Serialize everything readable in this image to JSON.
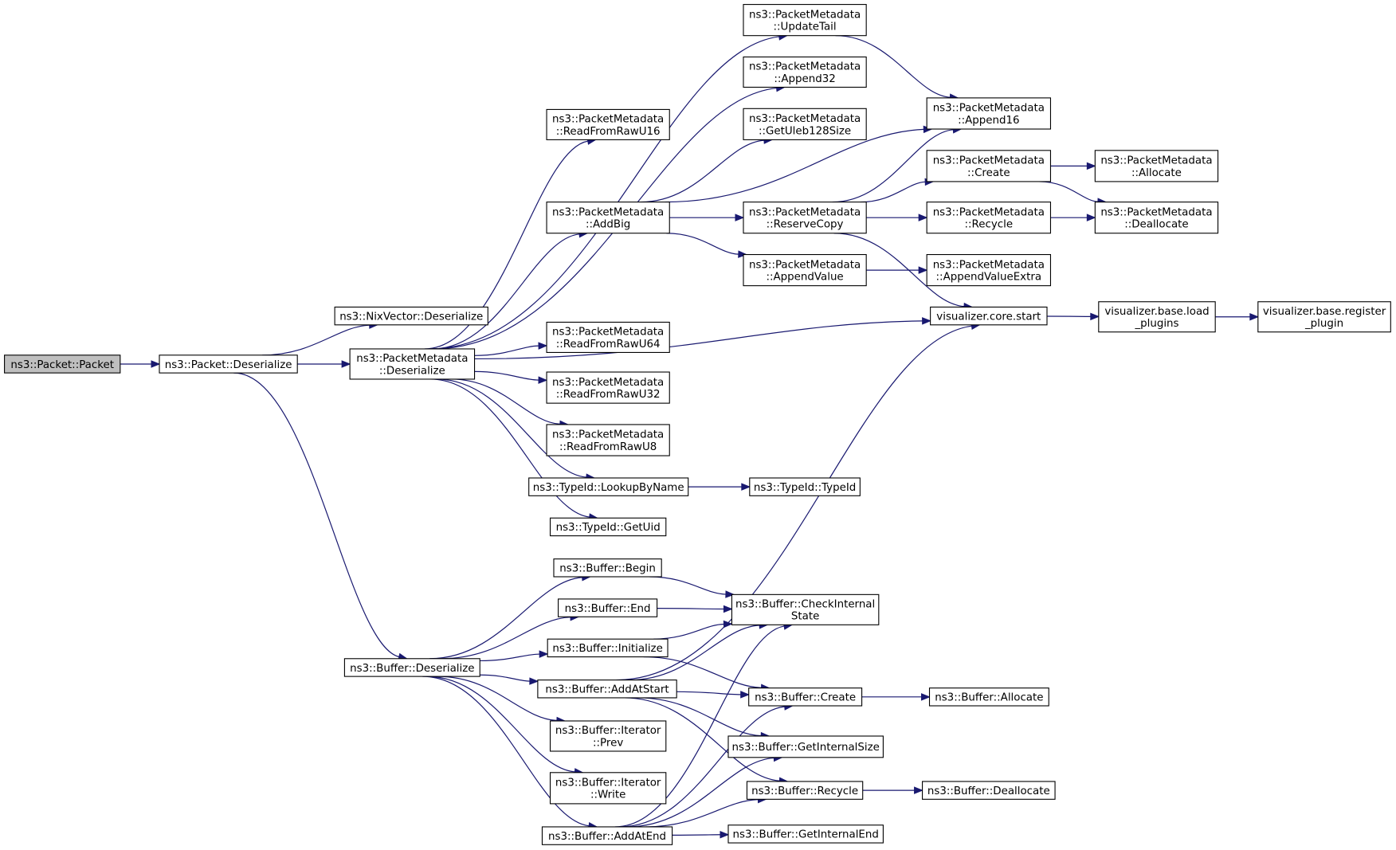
{
  "graph": {
    "nodes": [
      {
        "id": "pp",
        "lines": [
          "ns3::Packet::Packet"
        ],
        "root": true
      },
      {
        "id": "pd",
        "lines": [
          "ns3::Packet::Deserialize"
        ]
      },
      {
        "id": "nix",
        "lines": [
          "ns3::NixVector::Deserialize"
        ]
      },
      {
        "id": "pmd",
        "lines": [
          "ns3::PacketMetadata",
          "::Deserialize"
        ]
      },
      {
        "id": "bd",
        "lines": [
          "ns3::Buffer::Deserialize"
        ]
      },
      {
        "id": "u16",
        "lines": [
          "ns3::PacketMetadata",
          "::ReadFromRawU16"
        ]
      },
      {
        "id": "addbig",
        "lines": [
          "ns3::PacketMetadata",
          "::AddBig"
        ]
      },
      {
        "id": "u64",
        "lines": [
          "ns3::PacketMetadata",
          "::ReadFromRawU64"
        ]
      },
      {
        "id": "u32",
        "lines": [
          "ns3::PacketMetadata",
          "::ReadFromRawU32"
        ]
      },
      {
        "id": "u8",
        "lines": [
          "ns3::PacketMetadata",
          "::ReadFromRawU8"
        ]
      },
      {
        "id": "lookup",
        "lines": [
          "ns3::TypeId::LookupByName"
        ]
      },
      {
        "id": "getuid",
        "lines": [
          "ns3::TypeId::GetUid"
        ]
      },
      {
        "id": "tail",
        "lines": [
          "ns3::PacketMetadata",
          "::UpdateTail"
        ]
      },
      {
        "id": "a32",
        "lines": [
          "ns3::PacketMetadata",
          "::Append32"
        ]
      },
      {
        "id": "uleb",
        "lines": [
          "ns3::PacketMetadata",
          "::GetUleb128Size"
        ]
      },
      {
        "id": "reserve",
        "lines": [
          "ns3::PacketMetadata",
          "::ReserveCopy"
        ]
      },
      {
        "id": "appval",
        "lines": [
          "ns3::PacketMetadata",
          "::AppendValue"
        ]
      },
      {
        "id": "typeid",
        "lines": [
          "ns3::TypeId::TypeId"
        ]
      },
      {
        "id": "a16",
        "lines": [
          "ns3::PacketMetadata",
          "::Append16"
        ]
      },
      {
        "id": "pmcreate",
        "lines": [
          "ns3::PacketMetadata",
          "::Create"
        ]
      },
      {
        "id": "pmrecycle",
        "lines": [
          "ns3::PacketMetadata",
          "::Recycle"
        ]
      },
      {
        "id": "appvalx",
        "lines": [
          "ns3::PacketMetadata",
          "::AppendValueExtra"
        ]
      },
      {
        "id": "vstart",
        "lines": [
          "visualizer.core.start"
        ]
      },
      {
        "id": "pmalloc",
        "lines": [
          "ns3::PacketMetadata",
          "::Allocate"
        ]
      },
      {
        "id": "pmdealloc",
        "lines": [
          "ns3::PacketMetadata",
          "::Deallocate"
        ]
      },
      {
        "id": "vload",
        "lines": [
          "visualizer.base.load",
          "_plugins"
        ]
      },
      {
        "id": "vreg",
        "lines": [
          "visualizer.base.register",
          "_plugin"
        ]
      },
      {
        "id": "bbegin",
        "lines": [
          "ns3::Buffer::Begin"
        ]
      },
      {
        "id": "bend",
        "lines": [
          "ns3::Buffer::End"
        ]
      },
      {
        "id": "binit",
        "lines": [
          "ns3::Buffer::Initialize"
        ]
      },
      {
        "id": "baddstart",
        "lines": [
          "ns3::Buffer::AddAtStart"
        ]
      },
      {
        "id": "bprev",
        "lines": [
          "ns3::Buffer::Iterator",
          "::Prev"
        ]
      },
      {
        "id": "bwrite",
        "lines": [
          "ns3::Buffer::Iterator",
          "::Write"
        ]
      },
      {
        "id": "baddend",
        "lines": [
          "ns3::Buffer::AddAtEnd"
        ]
      },
      {
        "id": "bcheck",
        "lines": [
          "ns3::Buffer::CheckInternal",
          "State"
        ]
      },
      {
        "id": "bcreate",
        "lines": [
          "ns3::Buffer::Create"
        ]
      },
      {
        "id": "bgetsize",
        "lines": [
          "ns3::Buffer::GetInternalSize"
        ]
      },
      {
        "id": "brecycle",
        "lines": [
          "ns3::Buffer::Recycle"
        ]
      },
      {
        "id": "bgetend",
        "lines": [
          "ns3::Buffer::GetInternalEnd"
        ]
      },
      {
        "id": "balloc",
        "lines": [
          "ns3::Buffer::Allocate"
        ]
      },
      {
        "id": "bdealloc",
        "lines": [
          "ns3::Buffer::Deallocate"
        ]
      }
    ],
    "edges": [
      [
        "pp",
        "pd"
      ],
      [
        "pd",
        "nix"
      ],
      [
        "pd",
        "pmd"
      ],
      [
        "pd",
        "bd"
      ],
      [
        "pmd",
        "u16"
      ],
      [
        "pmd",
        "tail"
      ],
      [
        "pmd",
        "a32"
      ],
      [
        "pmd",
        "addbig"
      ],
      [
        "pmd",
        "vstart"
      ],
      [
        "pmd",
        "u64"
      ],
      [
        "pmd",
        "u32"
      ],
      [
        "pmd",
        "u8"
      ],
      [
        "pmd",
        "lookup"
      ],
      [
        "pmd",
        "getuid"
      ],
      [
        "addbig",
        "uleb"
      ],
      [
        "addbig",
        "a16"
      ],
      [
        "addbig",
        "reserve"
      ],
      [
        "addbig",
        "appval"
      ],
      [
        "tail",
        "a16"
      ],
      [
        "reserve",
        "a16"
      ],
      [
        "reserve",
        "pmcreate"
      ],
      [
        "reserve",
        "pmrecycle"
      ],
      [
        "reserve",
        "vstart"
      ],
      [
        "appval",
        "appvalx"
      ],
      [
        "pmcreate",
        "pmalloc"
      ],
      [
        "pmcreate",
        "pmdealloc"
      ],
      [
        "pmrecycle",
        "pmdealloc"
      ],
      [
        "vstart",
        "vload"
      ],
      [
        "vload",
        "vreg"
      ],
      [
        "lookup",
        "typeid"
      ],
      [
        "bd",
        "bbegin"
      ],
      [
        "bd",
        "bend"
      ],
      [
        "bd",
        "binit"
      ],
      [
        "bd",
        "baddstart"
      ],
      [
        "bd",
        "bprev"
      ],
      [
        "bd",
        "bwrite"
      ],
      [
        "bd",
        "baddend"
      ],
      [
        "bbegin",
        "bcheck"
      ],
      [
        "bend",
        "bcheck"
      ],
      [
        "binit",
        "bcheck"
      ],
      [
        "binit",
        "bcreate"
      ],
      [
        "baddstart",
        "bcheck"
      ],
      [
        "baddstart",
        "vstart"
      ],
      [
        "baddstart",
        "bcreate"
      ],
      [
        "baddstart",
        "bgetsize"
      ],
      [
        "baddstart",
        "brecycle"
      ],
      [
        "baddend",
        "bcheck"
      ],
      [
        "baddend",
        "bcreate"
      ],
      [
        "baddend",
        "bgetsize"
      ],
      [
        "baddend",
        "brecycle"
      ],
      [
        "baddend",
        "bgetend"
      ],
      [
        "bcreate",
        "balloc"
      ],
      [
        "brecycle",
        "bdealloc"
      ]
    ]
  }
}
